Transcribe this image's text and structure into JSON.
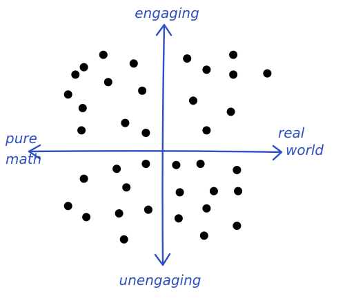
{
  "chart_data": {
    "type": "scatter",
    "title": "",
    "xlabel": "",
    "ylabel": "",
    "axis_labels": {
      "top": "engaging",
      "bottom": "unengaging",
      "left_line1": "pure",
      "left_line2": "math",
      "right_line1": "real",
      "right_line2": "world"
    },
    "xlim": [
      -10,
      10
    ],
    "ylim": [
      -10,
      10
    ],
    "grid": false,
    "colors": {
      "ink": "#2e4fc2",
      "points": "#000000"
    },
    "points": [
      {
        "x": -6.5,
        "y": 6.8
      },
      {
        "x": -4.9,
        "y": 7.8
      },
      {
        "x": -7.2,
        "y": 6.2
      },
      {
        "x": -4.5,
        "y": 5.6
      },
      {
        "x": -2.4,
        "y": 7.1
      },
      {
        "x": -1.7,
        "y": 4.9
      },
      {
        "x": -7.8,
        "y": 4.6
      },
      {
        "x": -6.6,
        "y": 3.5
      },
      {
        "x": -3.1,
        "y": 2.3
      },
      {
        "x": -6.7,
        "y": 1.7
      },
      {
        "x": -1.4,
        "y": 1.5
      },
      {
        "x": 2.0,
        "y": 7.5
      },
      {
        "x": 5.8,
        "y": 7.8
      },
      {
        "x": 3.6,
        "y": 6.6
      },
      {
        "x": 5.8,
        "y": 6.2
      },
      {
        "x": 8.6,
        "y": 6.3
      },
      {
        "x": 2.5,
        "y": 4.1
      },
      {
        "x": 5.6,
        "y": 3.2
      },
      {
        "x": 3.6,
        "y": 1.7
      },
      {
        "x": -3.8,
        "y": -1.4
      },
      {
        "x": -1.4,
        "y": -1.0
      },
      {
        "x": -6.5,
        "y": -2.2
      },
      {
        "x": -3.0,
        "y": -2.9
      },
      {
        "x": -7.8,
        "y": -4.4
      },
      {
        "x": -6.3,
        "y": -5.3
      },
      {
        "x": -3.6,
        "y": -5.0
      },
      {
        "x": -1.2,
        "y": -4.7
      },
      {
        "x": -3.2,
        "y": -7.1
      },
      {
        "x": 1.1,
        "y": -1.1
      },
      {
        "x": 3.1,
        "y": -1.0
      },
      {
        "x": 6.1,
        "y": -1.5
      },
      {
        "x": 1.4,
        "y": -3.3
      },
      {
        "x": 4.2,
        "y": -3.2
      },
      {
        "x": 6.2,
        "y": -3.2
      },
      {
        "x": 3.6,
        "y": -4.6
      },
      {
        "x": 1.3,
        "y": -5.4
      },
      {
        "x": 6.1,
        "y": -6.0
      },
      {
        "x": 3.4,
        "y": -6.8
      }
    ]
  }
}
